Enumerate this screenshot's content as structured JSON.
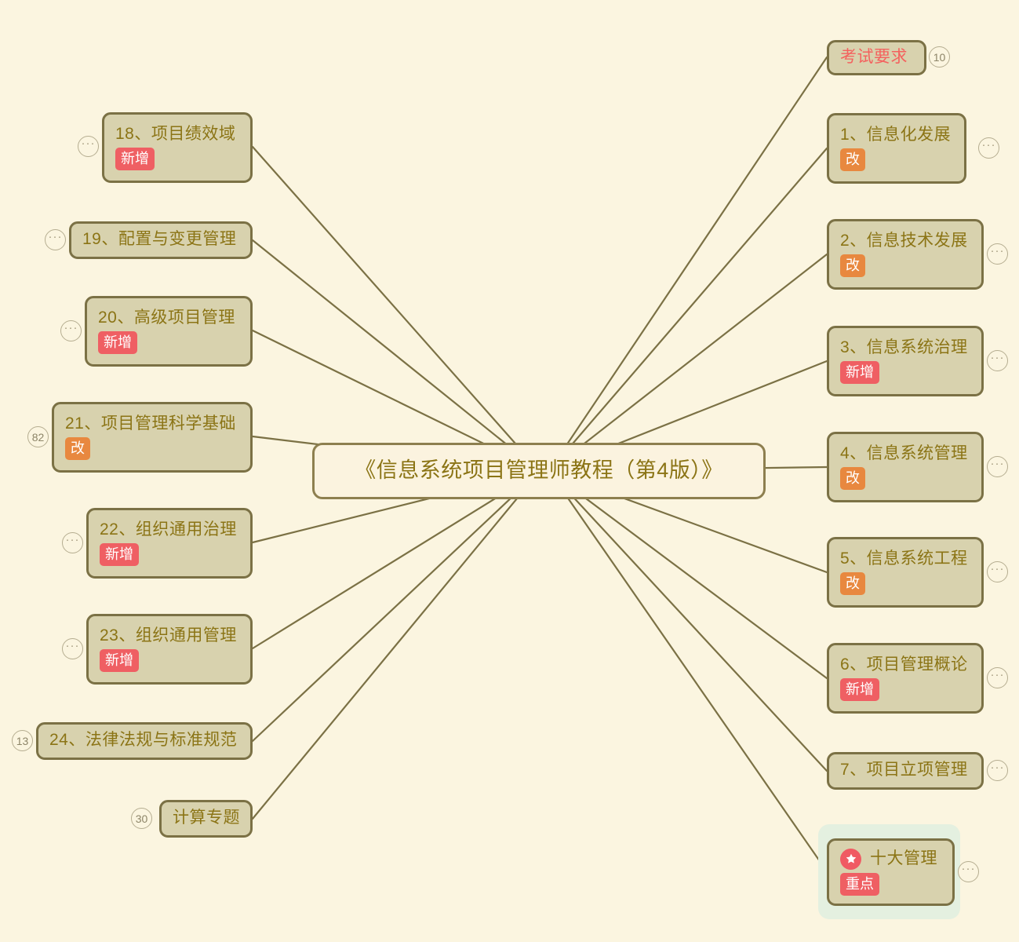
{
  "canvas": {
    "background": "#fbf5e0",
    "node_fill": "#d8d2ae",
    "node_border": "#7b7145",
    "text_color": "#8b7415",
    "edge_color": "#7b7145",
    "tag_red": "#ef5f63",
    "tag_orange": "#e8883f",
    "selection_fill": "#e4f0e0",
    "star_fill": "#f05a63",
    "alert_text": "#f4615e"
  },
  "center": {
    "label": "《信息系统项目管理师教程（第4版）》"
  },
  "right_nodes": [
    {
      "label": "考试要求",
      "tag": null,
      "tag_type": null,
      "badge": "10",
      "badge_type": "count",
      "alert": true,
      "star": false,
      "selected": false
    },
    {
      "label": "1、信息化发展",
      "tag": "改",
      "tag_type": "orange",
      "badge": "···",
      "badge_type": "dots",
      "alert": false,
      "star": false,
      "selected": false
    },
    {
      "label": "2、信息技术发展",
      "tag": "改",
      "tag_type": "orange",
      "badge": "···",
      "badge_type": "dots",
      "alert": false,
      "star": false,
      "selected": false
    },
    {
      "label": "3、信息系统治理",
      "tag": "新增",
      "tag_type": "red",
      "badge": "···",
      "badge_type": "dots",
      "alert": false,
      "star": false,
      "selected": false
    },
    {
      "label": "4、信息系统管理",
      "tag": "改",
      "tag_type": "orange",
      "badge": "···",
      "badge_type": "dots",
      "alert": false,
      "star": false,
      "selected": false
    },
    {
      "label": "5、信息系统工程",
      "tag": "改",
      "tag_type": "orange",
      "badge": "···",
      "badge_type": "dots",
      "alert": false,
      "star": false,
      "selected": false
    },
    {
      "label": "6、项目管理概论",
      "tag": "新增",
      "tag_type": "red",
      "badge": "···",
      "badge_type": "dots",
      "alert": false,
      "star": false,
      "selected": false
    },
    {
      "label": "7、项目立项管理",
      "tag": null,
      "tag_type": null,
      "badge": "···",
      "badge_type": "dots",
      "alert": false,
      "star": false,
      "selected": false
    },
    {
      "label": "十大管理",
      "tag": "重点",
      "tag_type": "red",
      "badge": "···",
      "badge_type": "dots",
      "alert": false,
      "star": true,
      "selected": true
    }
  ],
  "left_nodes": [
    {
      "label": "18、项目绩效域",
      "tag": "新增",
      "tag_type": "red",
      "badge": "···",
      "badge_type": "dots"
    },
    {
      "label": "19、配置与变更管理",
      "tag": null,
      "tag_type": null,
      "badge": "···",
      "badge_type": "dots"
    },
    {
      "label": "20、高级项目管理",
      "tag": "新增",
      "tag_type": "red",
      "badge": "···",
      "badge_type": "dots"
    },
    {
      "label": "21、项目管理科学基础",
      "tag": "改",
      "tag_type": "orange",
      "badge": "82",
      "badge_type": "count"
    },
    {
      "label": "22、组织通用治理",
      "tag": "新增",
      "tag_type": "red",
      "badge": "···",
      "badge_type": "dots"
    },
    {
      "label": "23、组织通用管理",
      "tag": "新增",
      "tag_type": "red",
      "badge": "···",
      "badge_type": "dots"
    },
    {
      "label": "24、法律法规与标准规范",
      "tag": null,
      "tag_type": null,
      "badge": "13",
      "badge_type": "count"
    },
    {
      "label": "计算专题",
      "tag": null,
      "tag_type": null,
      "badge": "30",
      "badge_type": "count"
    }
  ]
}
